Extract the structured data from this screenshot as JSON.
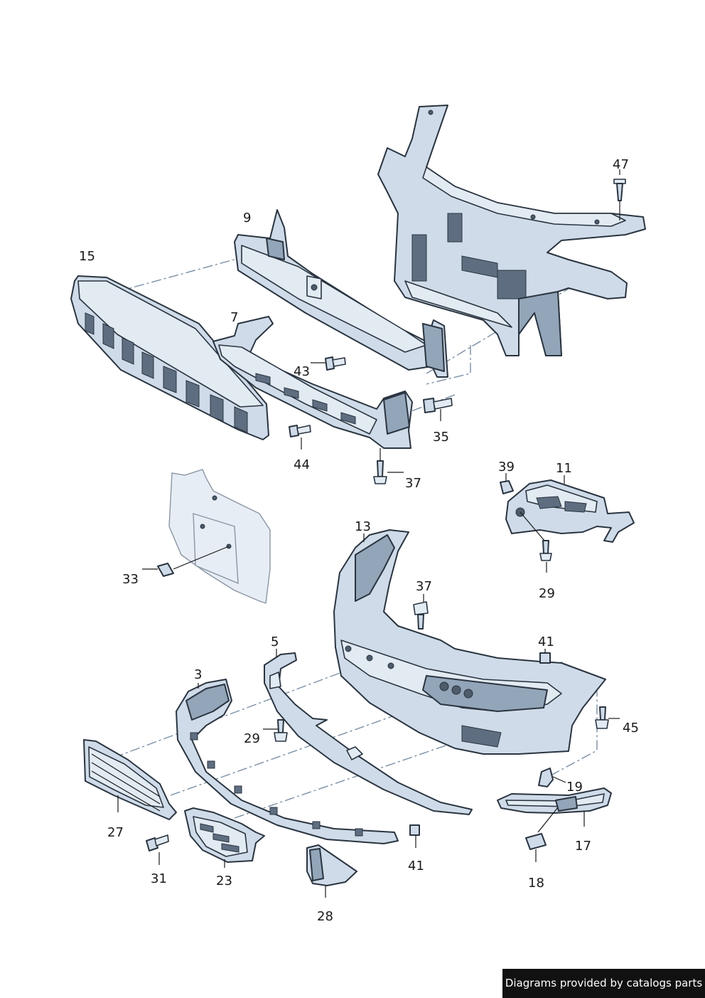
{
  "footer": {
    "credit": "Diagrams provided by catalogs parts"
  },
  "callouts": [
    {
      "id": "47",
      "text": "47"
    },
    {
      "id": "9",
      "text": "9"
    },
    {
      "id": "15",
      "text": "15"
    },
    {
      "id": "7",
      "text": "7"
    },
    {
      "id": "43",
      "text": "43"
    },
    {
      "id": "35",
      "text": "35"
    },
    {
      "id": "44",
      "text": "44"
    },
    {
      "id": "37a",
      "text": "37"
    },
    {
      "id": "39",
      "text": "39"
    },
    {
      "id": "11",
      "text": "11"
    },
    {
      "id": "29a",
      "text": "29"
    },
    {
      "id": "13",
      "text": "13"
    },
    {
      "id": "33",
      "text": "33"
    },
    {
      "id": "37b",
      "text": "37"
    },
    {
      "id": "41a",
      "text": "41"
    },
    {
      "id": "5",
      "text": "5"
    },
    {
      "id": "3",
      "text": "3"
    },
    {
      "id": "29b",
      "text": "29"
    },
    {
      "id": "45",
      "text": "45"
    },
    {
      "id": "19",
      "text": "19"
    },
    {
      "id": "27",
      "text": "27"
    },
    {
      "id": "17",
      "text": "17"
    },
    {
      "id": "31",
      "text": "31"
    },
    {
      "id": "23",
      "text": "23"
    },
    {
      "id": "41b",
      "text": "41"
    },
    {
      "id": "18",
      "text": "18"
    },
    {
      "id": "28",
      "text": "28"
    }
  ]
}
